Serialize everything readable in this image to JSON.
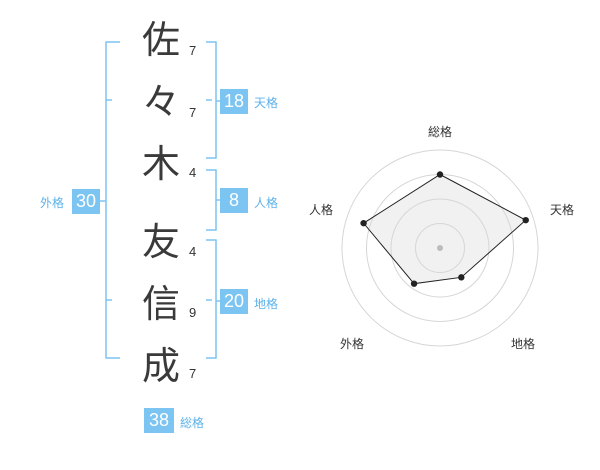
{
  "name": {
    "chars": [
      {
        "kanji": "佐",
        "strokes": "7"
      },
      {
        "kanji": "々",
        "strokes": "7"
      },
      {
        "kanji": "木",
        "strokes": "4"
      },
      {
        "kanji": "友",
        "strokes": "4"
      },
      {
        "kanji": "信",
        "strokes": "9"
      },
      {
        "kanji": "成",
        "strokes": "7"
      }
    ]
  },
  "fortune": {
    "tenkaku": {
      "value": "18",
      "label": "天格"
    },
    "jinkaku": {
      "value": "8",
      "label": "人格"
    },
    "chikaku": {
      "value": "20",
      "label": "地格"
    },
    "gaikaku": {
      "value": "30",
      "label": "外格"
    },
    "soukaku": {
      "value": "38",
      "label": "総格"
    }
  },
  "colors": {
    "accent": "#7cc4f2",
    "bracket": "#7cc4f2",
    "text": "#333333"
  },
  "chart_data": {
    "type": "radar",
    "axes": [
      "総格",
      "天格",
      "地格",
      "外格",
      "人格"
    ],
    "values": [
      0.75,
      0.92,
      0.37,
      0.45,
      0.82
    ],
    "rmax": 1
  }
}
